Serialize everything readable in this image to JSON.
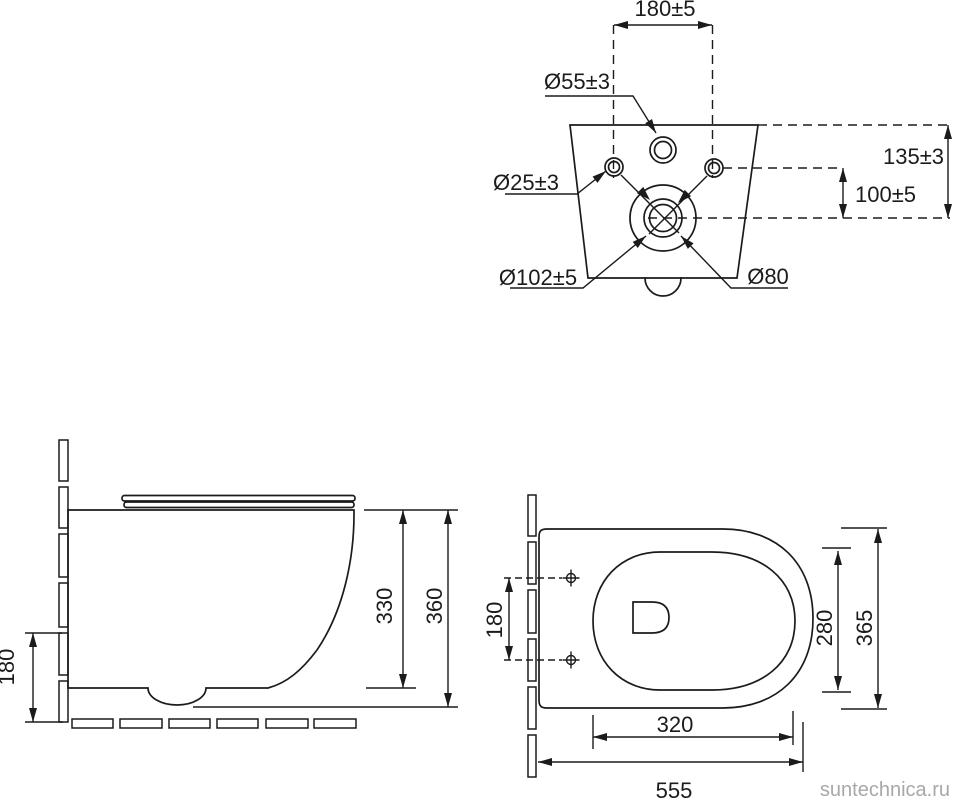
{
  "colors": {
    "line": "#1b1b1b",
    "watermark": "#a8a8a8",
    "background": "#ffffff"
  },
  "watermark": "suntechnica.ru",
  "rear_view": {
    "dim_mount_spacing": "180±5",
    "dim_cistern_hole": "Ø55±3",
    "dim_mount_hole": "Ø25±3",
    "dim_drain_outer": "Ø102±5",
    "dim_drain_inner": "Ø80",
    "dim_top_to_drain": "135±3",
    "dim_hole_to_drain": "100±5"
  },
  "side_view": {
    "dim_drain_axis_height": "180",
    "dim_body_height": "330",
    "dim_total_height": "360"
  },
  "top_view": {
    "dim_seat_hole_spacing": "180",
    "dim_inner_width": "280",
    "dim_outer_width": "365",
    "dim_inner_length": "320",
    "dim_total_length": "555"
  }
}
